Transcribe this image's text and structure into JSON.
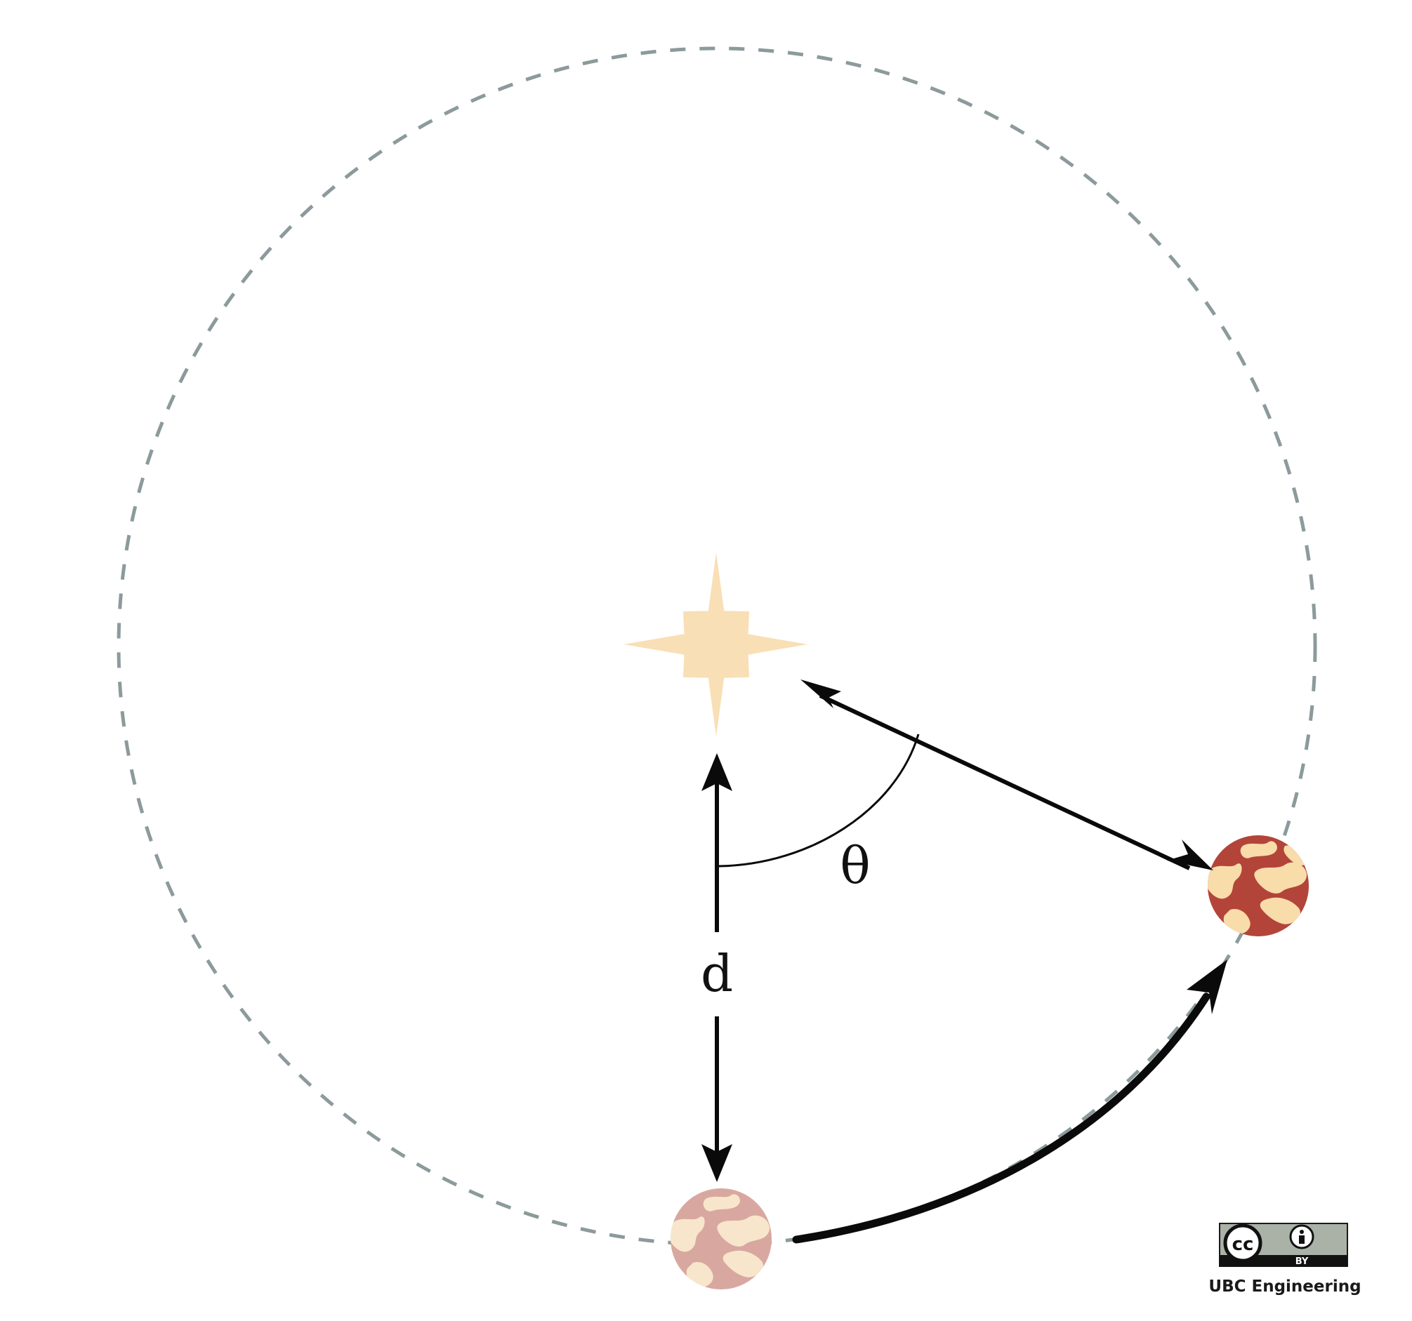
{
  "diagram": {
    "labels": {
      "distance": "d",
      "angle": "θ"
    },
    "license_badge": {
      "cc_mark": "cc",
      "by_label": "BY",
      "icon": "creative-commons-by-icon"
    },
    "credit": "UBC Engineering",
    "colors": {
      "orbit": "#8c9a9c",
      "star": "#f9dfb5",
      "planet_current_dark": "#b3443a",
      "planet_current_light": "#f8dcaa",
      "planet_initial_dark": "#d8a8a0",
      "planet_initial_light": "#f8e6cc",
      "arrow": "#0a0a0a"
    }
  }
}
